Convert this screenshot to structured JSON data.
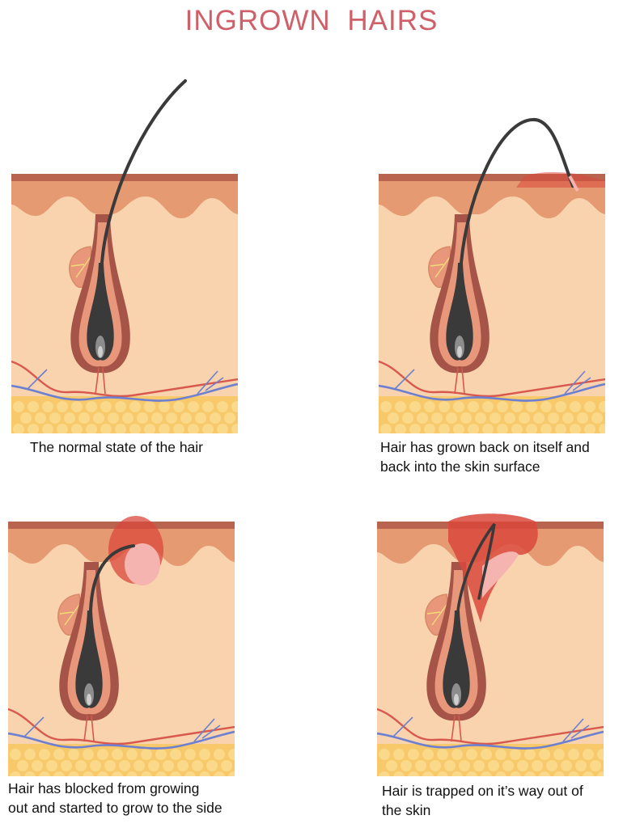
{
  "title": "INGROWN  HAIRS",
  "colors": {
    "title": "#cf5f68",
    "epidermis_top": "#b9644f",
    "epidermis": "#e59a72",
    "dermis": "#f8d3ad",
    "fat": "#f7c96a",
    "fat_cell": "#fbe09a",
    "hair": "#3a3a3a",
    "follicle_outer": "#a55447",
    "follicle_inner": "#e8977a",
    "vein": "#6d7fd0",
    "artery": "#d9584d",
    "nerve": "#f3dc78",
    "inflammation": "#d9483c",
    "inflammation_light": "#f6b4b0"
  },
  "panels": [
    {
      "id": "normal",
      "caption": [
        "The normal state of the hair"
      ]
    },
    {
      "id": "grown-back",
      "caption": [
        "Hair has grown back on itself and",
        "back into the skin surface"
      ]
    },
    {
      "id": "blocked",
      "caption": [
        "Hair has blocked from growing",
        "out and started to grow to the side"
      ]
    },
    {
      "id": "trapped",
      "caption": [
        "Hair is trapped on it’s way out of",
        "the skin"
      ]
    }
  ]
}
